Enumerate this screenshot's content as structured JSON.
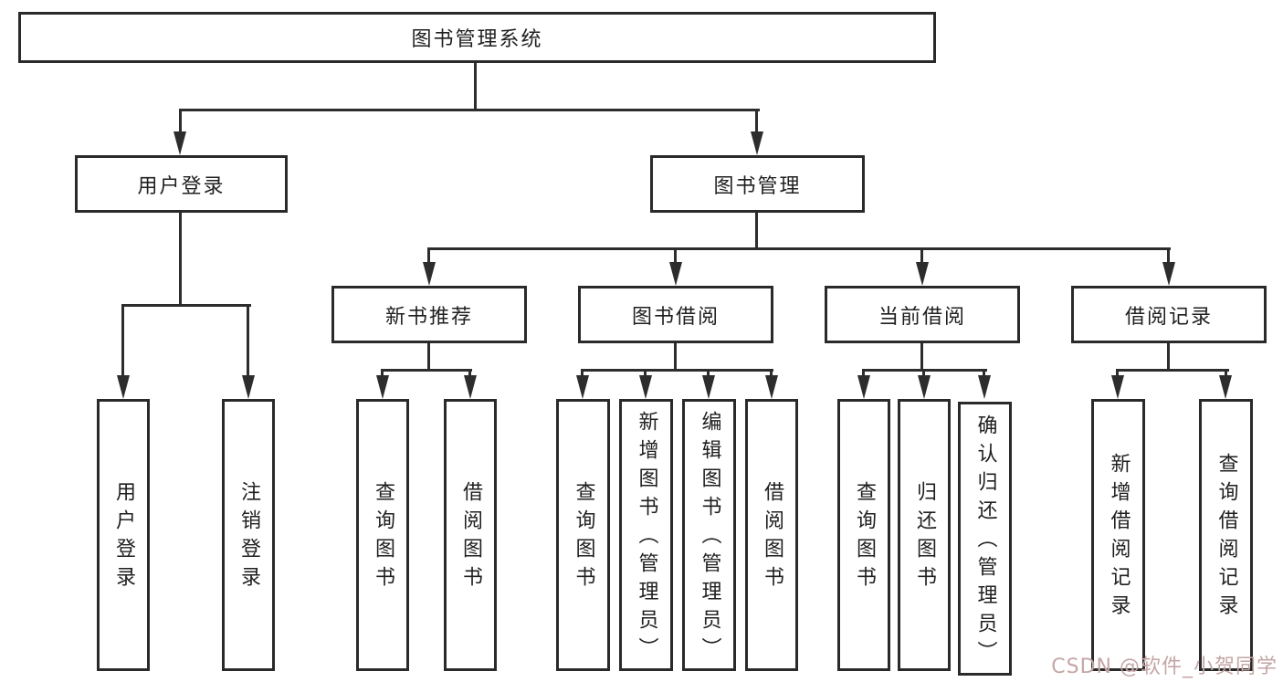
{
  "diagram_title": "图书管理系统",
  "watermark": "CSDN @软件_小贺同学",
  "colors": {
    "line": "#2d2d2d",
    "box_border": "#2a2a2a",
    "text": "#1f1f1f",
    "watermark": "#c5a6a6",
    "background": "#ffffff"
  },
  "nodes": {
    "root": {
      "label": "图书管理系统"
    },
    "user_login": {
      "label": "用户登录"
    },
    "book_mgmt": {
      "label": "图书管理"
    },
    "new_book_rec": {
      "label": "新书推荐"
    },
    "book_borrow": {
      "label": "图书借阅"
    },
    "current_borrow": {
      "label": "当前借阅"
    },
    "borrow_record": {
      "label": "借阅记录"
    },
    "login_user_login": {
      "label": "用户登录"
    },
    "login_logout": {
      "label": "注销登录"
    },
    "rec_query_book": {
      "label": "查询图书"
    },
    "rec_borrow_book": {
      "label": "借阅图书"
    },
    "bb_query_book": {
      "label": "查询图书"
    },
    "bb_add_book": {
      "label": "新增图书（管理员）"
    },
    "bb_edit_book": {
      "label": "编辑图书（管理员）"
    },
    "bb_borrow_book": {
      "label": "借阅图书"
    },
    "cb_query_book": {
      "label": "查询图书"
    },
    "cb_return_book": {
      "label": "归还图书"
    },
    "cb_confirm_return": {
      "label": "确认归还（管理员）"
    },
    "br_add_record": {
      "label": "新增借阅记录"
    },
    "br_query_record": {
      "label": "查询借阅记录"
    }
  }
}
